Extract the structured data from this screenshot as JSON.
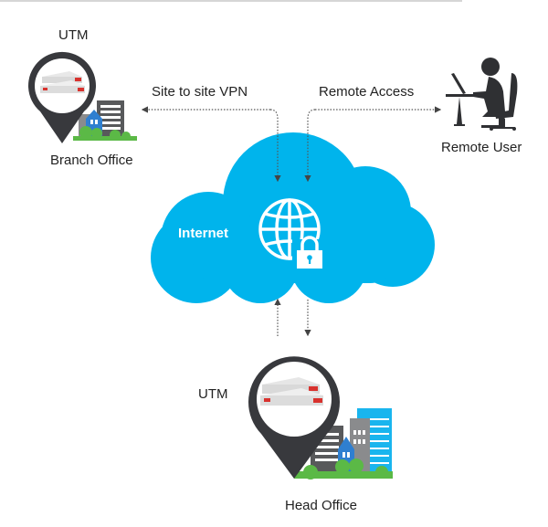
{
  "colors": {
    "cloud": "#00b4ec",
    "pin": "#38393d",
    "arrow": "#444444",
    "building_dark": "#58595b",
    "building_grey": "#8a8b8d",
    "building_blue": "#2f7fd0",
    "building_cyan": "#19b5ee",
    "tree_green": "#5bb946",
    "device_accent": "#d8322e"
  },
  "nodes": {
    "branch": {
      "device_label": "UTM",
      "site_label": "Branch Office",
      "icon": "map-pin-icon"
    },
    "head": {
      "device_label": "UTM",
      "site_label": "Head Office",
      "icon": "map-pin-icon"
    },
    "remote": {
      "site_label": "Remote User",
      "icon": "person-at-desk-icon"
    },
    "cloud": {
      "label": "Internet",
      "icon": "globe-lock-icon"
    }
  },
  "links": {
    "site_to_site": "Site to site VPN",
    "remote_access": "Remote Access"
  }
}
